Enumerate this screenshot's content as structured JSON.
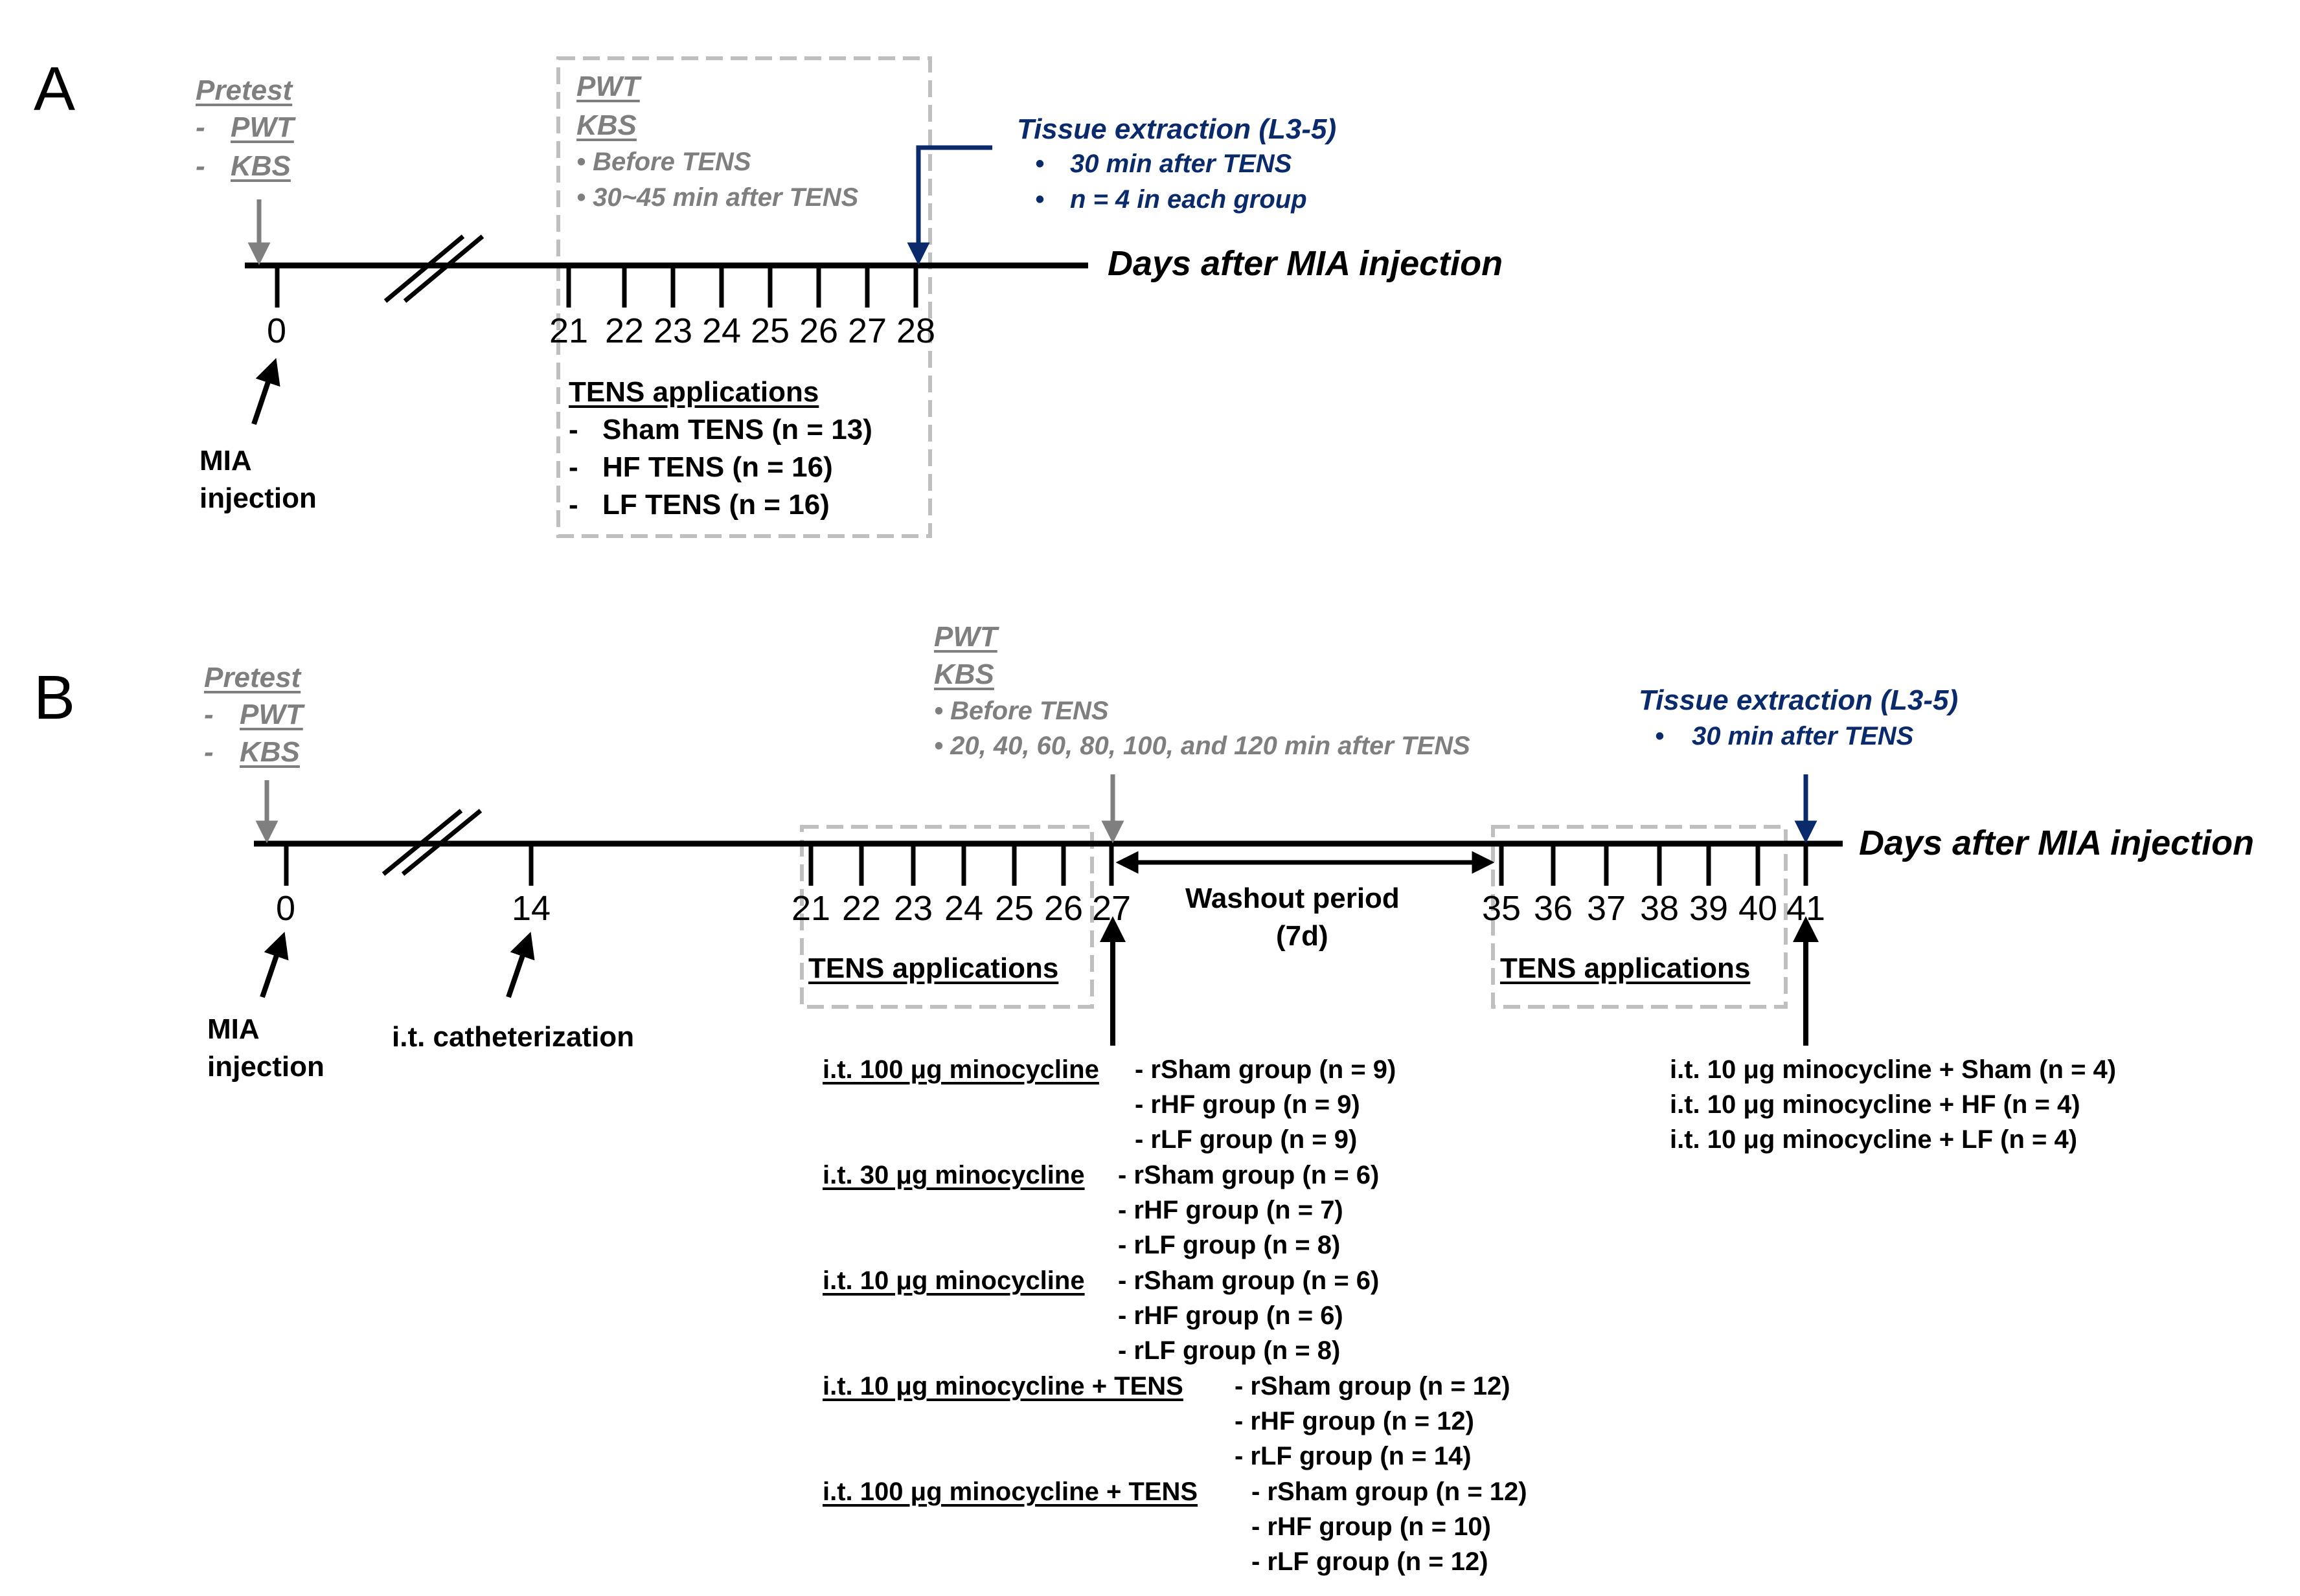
{
  "panel_a": {
    "label": "A",
    "pretest": {
      "title": "Pretest",
      "dash": "-",
      "items": [
        "PWT",
        "KBS"
      ]
    },
    "tests": {
      "lines": [
        "PWT",
        "KBS"
      ],
      "bullets": [
        "• Before TENS",
        "• 30~45 min after TENS"
      ]
    },
    "tissue": {
      "title": "Tissue extraction (L3-5)",
      "bullet": "•",
      "items": [
        "30 min after TENS",
        "n = 4 in each group"
      ]
    },
    "axis_label": "Days after MIA injection",
    "ticks": [
      "0",
      "21",
      "22",
      "23",
      "24",
      "25",
      "26",
      "27",
      "28"
    ],
    "mia": [
      "MIA",
      "injection"
    ],
    "tens": {
      "title": "TENS applications",
      "dash": "-",
      "items": [
        "Sham TENS (n = 13)",
        "HF TENS (n = 16)",
        "LF TENS (n = 16)"
      ]
    }
  },
  "panel_b": {
    "label": "B",
    "pretest": {
      "title": "Pretest",
      "dash": "-",
      "items": [
        "PWT",
        "KBS"
      ]
    },
    "tests": {
      "lines": [
        "PWT",
        "KBS"
      ],
      "bullets": [
        "• Before TENS",
        "• 20, 40, 60, 80, 100, and 120 min after TENS"
      ]
    },
    "tissue": {
      "title": "Tissue extraction (L3-5)",
      "bullet": "•",
      "item": "30 min after TENS"
    },
    "axis_label": "Days after MIA injection",
    "ticks": [
      "0",
      "14",
      "21",
      "22",
      "23",
      "24",
      "25",
      "26",
      "27",
      "35",
      "36",
      "37",
      "38",
      "39",
      "40",
      "41"
    ],
    "mia": [
      "MIA",
      "injection"
    ],
    "catheter": "i.t. catheterization",
    "washout": [
      "Washout period",
      "(7d)"
    ],
    "tens_box1": "TENS applications",
    "tens_box2": "TENS applications",
    "groups": [
      {
        "title": "i.t. 100 μg minocycline",
        "items": [
          "- rSham group (n = 9)",
          "- rHF group (n = 9)",
          "- rLF group (n = 9)"
        ]
      },
      {
        "title": "i.t. 30 μg minocycline",
        "items": [
          "- rSham group (n = 6)",
          "- rHF group (n = 7)",
          "- rLF group (n = 8)"
        ]
      },
      {
        "title": "i.t. 10 μg minocycline",
        "items": [
          "- rSham group (n = 6)",
          "- rHF group (n = 6)",
          "- rLF group (n = 8)"
        ]
      },
      {
        "title": "i.t. 10 μg minocycline + TENS",
        "items": [
          "- rSham group (n = 12)",
          "- rHF group (n = 12)",
          "- rLF group (n = 14)"
        ]
      },
      {
        "title": "i.t. 100 μg minocycline + TENS",
        "items": [
          "- rSham group (n = 12)",
          "- rHF group (n = 10)",
          "- rLF group (n = 12)"
        ]
      }
    ],
    "right_groups": [
      "i.t. 10 μg minocycline + Sham (n = 4)",
      "i.t. 10 μg minocycline + HF (n = 4)",
      "i.t. 10 μg minocycline + LF (n = 4)"
    ]
  },
  "colors": {
    "gray": "#7f7f7f",
    "navy": "#0a2a6c",
    "box_dash": "#bfbfbf",
    "black": "#000000"
  }
}
